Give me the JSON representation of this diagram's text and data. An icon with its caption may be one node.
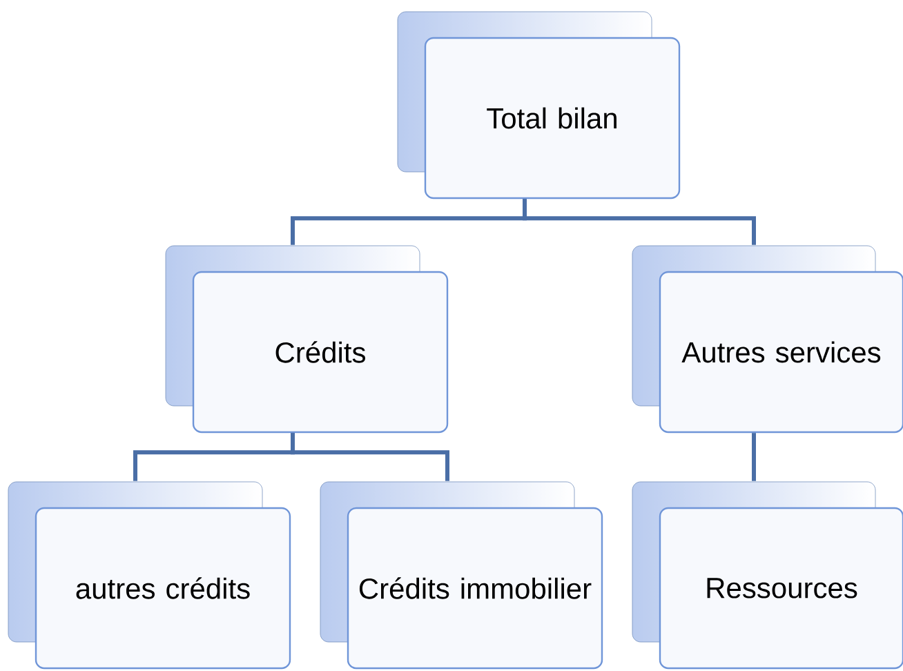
{
  "diagram": {
    "nodes": [
      {
        "text": [
          "Total bilan"
        ]
      },
      {
        "text": [
          "Crédits"
        ]
      },
      {
        "text": [
          "Autres services"
        ]
      },
      {
        "text": [
          "autres crédits"
        ]
      },
      {
        "text": [
          "Crédits immobilier"
        ]
      },
      {
        "text": [
          "Ressources"
        ]
      }
    ],
    "edges": [
      {
        "from": 0,
        "to": 1,
        "arrow": "none"
      },
      {
        "from": 0,
        "to": 2,
        "arrow": "none"
      },
      {
        "from": 1,
        "to": 3,
        "arrow": "none"
      },
      {
        "from": 1,
        "to": 4,
        "arrow": "none"
      },
      {
        "from": 2,
        "to": 5,
        "arrow": "none"
      }
    ]
  }
}
